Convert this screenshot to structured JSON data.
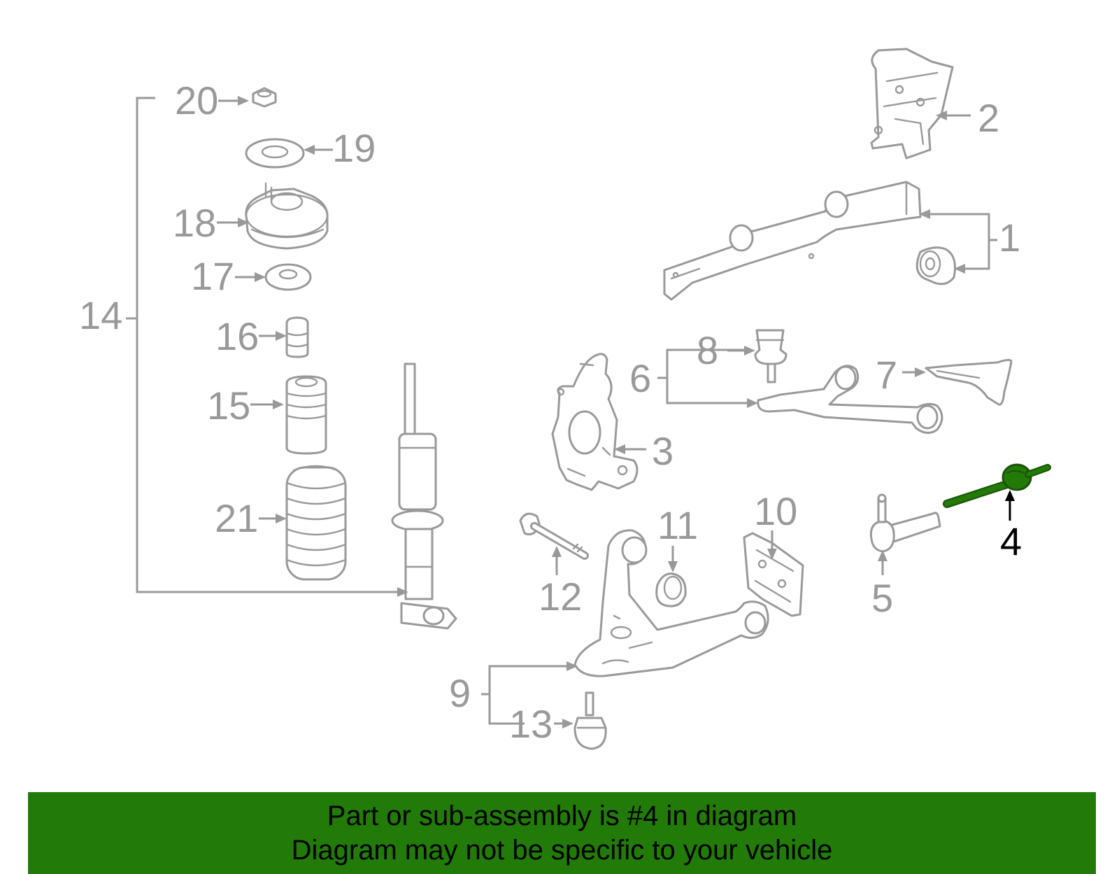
{
  "diagram": {
    "callouts": {
      "c1": "1",
      "c2": "2",
      "c3": "3",
      "c4": "4",
      "c5": "5",
      "c6": "6",
      "c7": "7",
      "c8": "8",
      "c9": "9",
      "c10": "10",
      "c11": "11",
      "c12": "12",
      "c13": "13",
      "c14": "14",
      "c15": "15",
      "c16": "16",
      "c17": "17",
      "c18": "18",
      "c19": "19",
      "c20": "20",
      "c21": "21"
    },
    "highlighted_part": "4",
    "colors": {
      "part_stroke": "#999999",
      "highlight_part": "#227a08",
      "highlight_label": "#000000"
    }
  },
  "footer": {
    "line1": "Part or sub-assembly is #4 in diagram",
    "line2": "Diagram may not be specific to your vehicle",
    "background": "#227a08"
  }
}
